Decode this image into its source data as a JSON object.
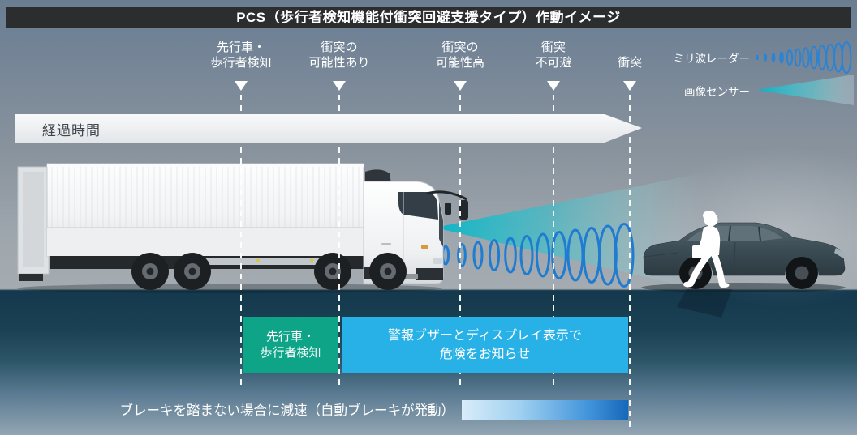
{
  "title": "PCS（歩行者検知機能付衝突回避支援タイプ）作動イメージ",
  "timeline": {
    "elapsed_label": "経過時間",
    "stages": [
      {
        "line1": "先行車・",
        "line2": "歩行者検知"
      },
      {
        "line1": "衝突の",
        "line2": "可能性あり"
      },
      {
        "line1": "衝突の",
        "line2": "可能性高"
      },
      {
        "line1": "衝突",
        "line2": "不可避"
      },
      {
        "line1": "",
        "line2": "衝突"
      }
    ]
  },
  "legend": {
    "radar_label": "ミリ波レーダー",
    "camera_label": "画像センサー"
  },
  "actions": {
    "detect_line1": "先行車・",
    "detect_line2": "歩行者検知",
    "warn_line1": "警報ブザーとディスプレイ表示で",
    "warn_line2": "危険をお知らせ",
    "brake_note": "ブレーキを踏まない場合に減速（自動ブレーキが発動）"
  },
  "colors": {
    "title_bar": "#2b2d2f",
    "background_top": "#6e8094",
    "road_dark": "#14384c",
    "detect_box_green": "#0ea487",
    "warn_box_blue": "#27b1e7",
    "radar_wave_blue": "#1f7cd0",
    "camera_cone_teal": "#00b6c9",
    "brake_bar_start": "#d9ecfa",
    "brake_bar_end": "#1668ba"
  }
}
